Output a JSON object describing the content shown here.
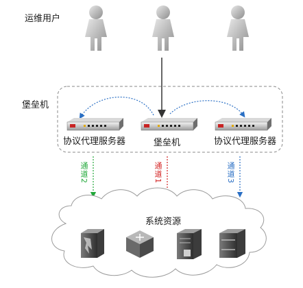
{
  "labels": {
    "ops_users": "运维用户",
    "bastion_group": "堡垒机",
    "proxy_left": "协议代理服务器",
    "bastion_device": "堡垒机",
    "proxy_right": "协议代理服务器",
    "system_resources": "系统资源"
  },
  "channels": [
    {
      "label": "通道2",
      "color": "#22a83a"
    },
    {
      "label": "通道1",
      "color": "#d32222"
    },
    {
      "label": "通道3",
      "color": "#2a6fc4"
    }
  ],
  "icons": [
    "user-icon",
    "user-icon",
    "user-icon",
    "proxy-server-device-icon",
    "bastion-device-icon",
    "proxy-server-device-icon",
    "firewall-server-icon",
    "router-icon",
    "storage-server-icon",
    "database-server-icon"
  ]
}
